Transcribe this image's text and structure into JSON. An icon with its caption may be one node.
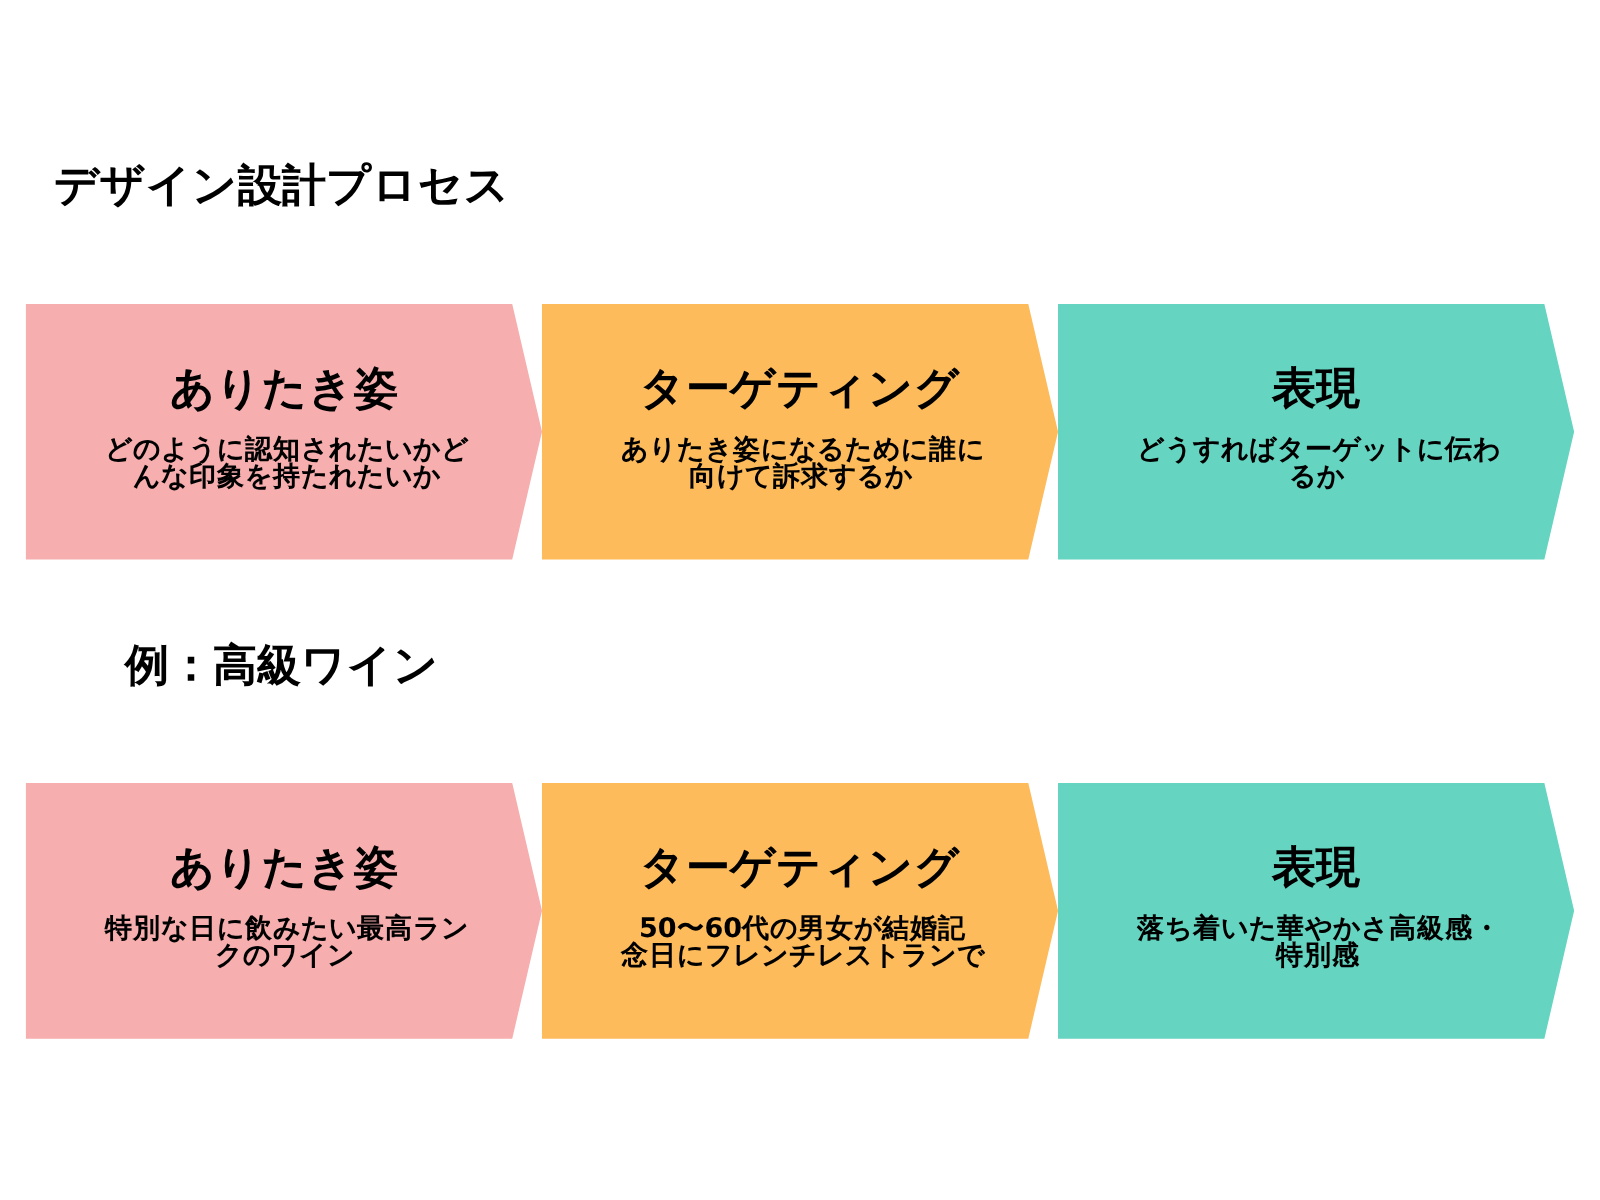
{
  "diagram": {
    "nodes": [
      {
        "text": [
          "ありたき姿",
          "どのように認知されたいかどんな印象を持たれたいか"
        ]
      },
      {
        "text": [
          "ターゲティング",
          "ありたき姿になるために誰に向けて訴求するか"
        ]
      },
      {
        "text": [
          "表現",
          "どうすればターゲットに伝わるか"
        ]
      },
      {
        "text": [
          "ありたき姿",
          "特別な日に飲みたい最高ランクのワイン"
        ]
      },
      {
        "text": [
          "ターゲティング",
          "50〜60代の男女が結婚記念日にフレンチレストランで"
        ]
      },
      {
        "text": [
          "表現",
          "落ち着いた華やかさ高級感・特別感"
        ]
      }
    ],
    "labels": [
      "デザイン設計プロセス",
      "例：高級ワイン"
    ]
  }
}
